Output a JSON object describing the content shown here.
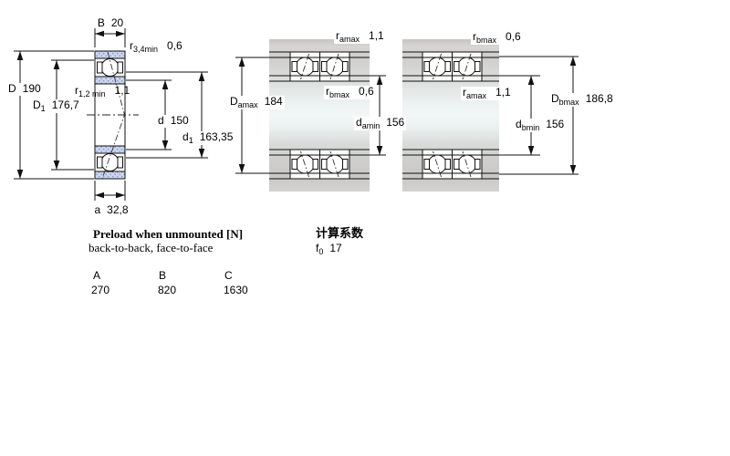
{
  "figures": {
    "single_bearing": {
      "B": {
        "base": "B",
        "value": "20"
      },
      "r34": {
        "base": "r",
        "sub": "3,4min",
        "value": "0,6"
      },
      "D": {
        "base": "D",
        "value": "190"
      },
      "r12": {
        "base": "r",
        "sub": "1,2 min",
        "value": "1,1"
      },
      "D1": {
        "base": "D",
        "sub": "1",
        "value": "176,7"
      },
      "d": {
        "base": "d",
        "value": "150"
      },
      "d1": {
        "base": "d",
        "sub": "1",
        "value": "163,35"
      },
      "a": {
        "base": "a",
        "value": "32,8"
      }
    },
    "pair_back_to_back": {
      "ramax": {
        "base": "r",
        "sub": "amax",
        "value": "1,1"
      },
      "rbmax": {
        "base": "r",
        "sub": "bmax",
        "value": "0,6"
      },
      "Damax": {
        "base": "D",
        "sub": "amax",
        "value": "184"
      },
      "damin": {
        "base": "d",
        "sub": "amin",
        "value": "156"
      }
    },
    "pair_face_to_face": {
      "rbmax": {
        "base": "r",
        "sub": "bmax",
        "value": "0,6"
      },
      "ramax": {
        "base": "r",
        "sub": "amax",
        "value": "1,1"
      },
      "Dbmax": {
        "base": "D",
        "sub": "bmax",
        "value": "186,8"
      },
      "dbmin": {
        "base": "d",
        "sub": "bmin",
        "value": "156"
      }
    }
  },
  "preload": {
    "title": "Preload when unmounted [N]",
    "subtitle": "back-to-back, face-to-face",
    "columns": [
      "A",
      "B",
      "C"
    ],
    "values": [
      "270",
      "820",
      "1630"
    ]
  },
  "calc": {
    "title": "计算系数",
    "f0": {
      "base": "f",
      "sub": "0",
      "value": "17"
    }
  },
  "colors": {
    "ring_hatch_fill": "#ccd6ee",
    "ring_hatch_dot": "#8494c4",
    "steel_gray": "#cccac8",
    "steel_highlight": "#f2f7f6",
    "line": "#111111"
  }
}
